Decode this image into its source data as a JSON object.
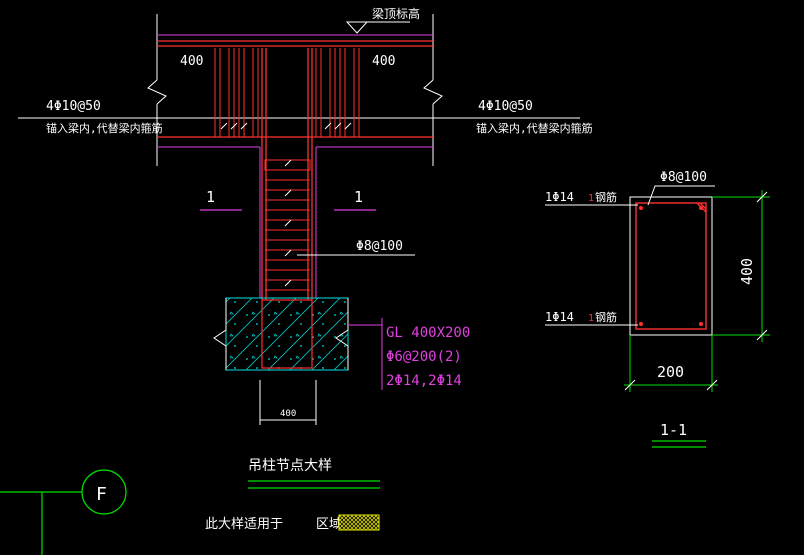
{
  "detail": {
    "beam_top_label": "梁顶标高",
    "left_width_label": "400",
    "right_width_label": "400",
    "left_rebar_label": "4Φ10@50",
    "left_rebar_note": "锚入梁内,代替梁内箍筋",
    "right_rebar_label": "4Φ10@50",
    "right_rebar_note": "锚入梁内,代替梁内箍筋",
    "section_mark_left": "1",
    "section_mark_right": "1",
    "stirrup_label": "Φ8@100",
    "gl_label": "GL 400X200",
    "gl_stirrup_label": "Φ6@200(2)",
    "gl_bars_label": "2Φ14,2Φ14",
    "column_width_label": "400",
    "title": "吊柱节点大样"
  },
  "section": {
    "top_bar_label": "1Φ14",
    "top_bar_note": "钢筋",
    "top_bar_mark": "1",
    "bottom_bar_label": "1Φ14",
    "bottom_bar_note": "钢筋",
    "bottom_bar_mark": "1",
    "stirrup_label": "Φ8@100",
    "height_label": "400",
    "width_label": "200",
    "title": "1-1"
  },
  "footer": {
    "grid_label": "F",
    "applies_label": "此大样适用于",
    "region_label": "区域"
  },
  "colors": {
    "background": "#000000",
    "line": "#ffffff",
    "rebar": "#ff3030",
    "annotation": "#e040e0",
    "concrete": "#00e0e0",
    "green": "#00e000",
    "legend": "#e8e800"
  }
}
